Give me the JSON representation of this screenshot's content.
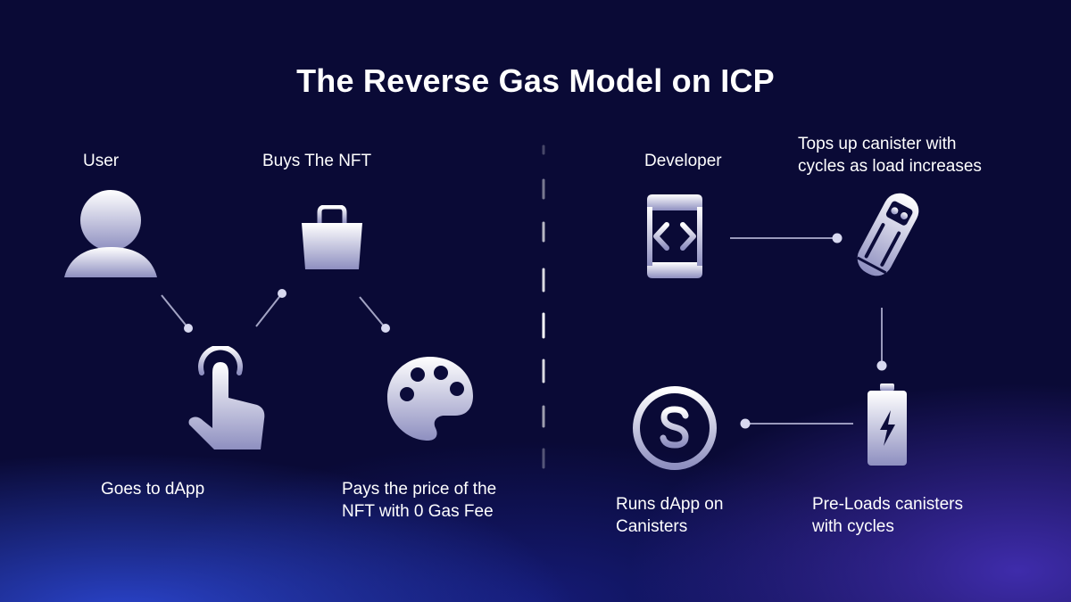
{
  "title": "The Reverse Gas Model on ICP",
  "left": {
    "user_label": "User",
    "buys_label": "Buys The NFT",
    "goes_label": "Goes to dApp",
    "pays_label": "Pays the price of the\nNFT with 0 Gas Fee"
  },
  "right": {
    "developer_label": "Developer",
    "tops_label": "Tops up canister with\ncycles as load increases",
    "runs_label": "Runs dApp on\nCanisters",
    "preloads_label": "Pre-Loads canisters\nwith cycles"
  },
  "icons": {
    "user": "user-icon",
    "bag": "shopping-bag-icon",
    "tap": "tap-icon",
    "palette": "palette-icon",
    "developer": "code-device-icon",
    "canister": "canister-icon",
    "dollar": "dollar-coin-icon",
    "battery": "battery-charging-icon"
  },
  "colors": {
    "background": "#0a0a36",
    "text": "#ffffff",
    "icon_top": "#ffffff",
    "icon_bottom": "#8e8fc0"
  }
}
